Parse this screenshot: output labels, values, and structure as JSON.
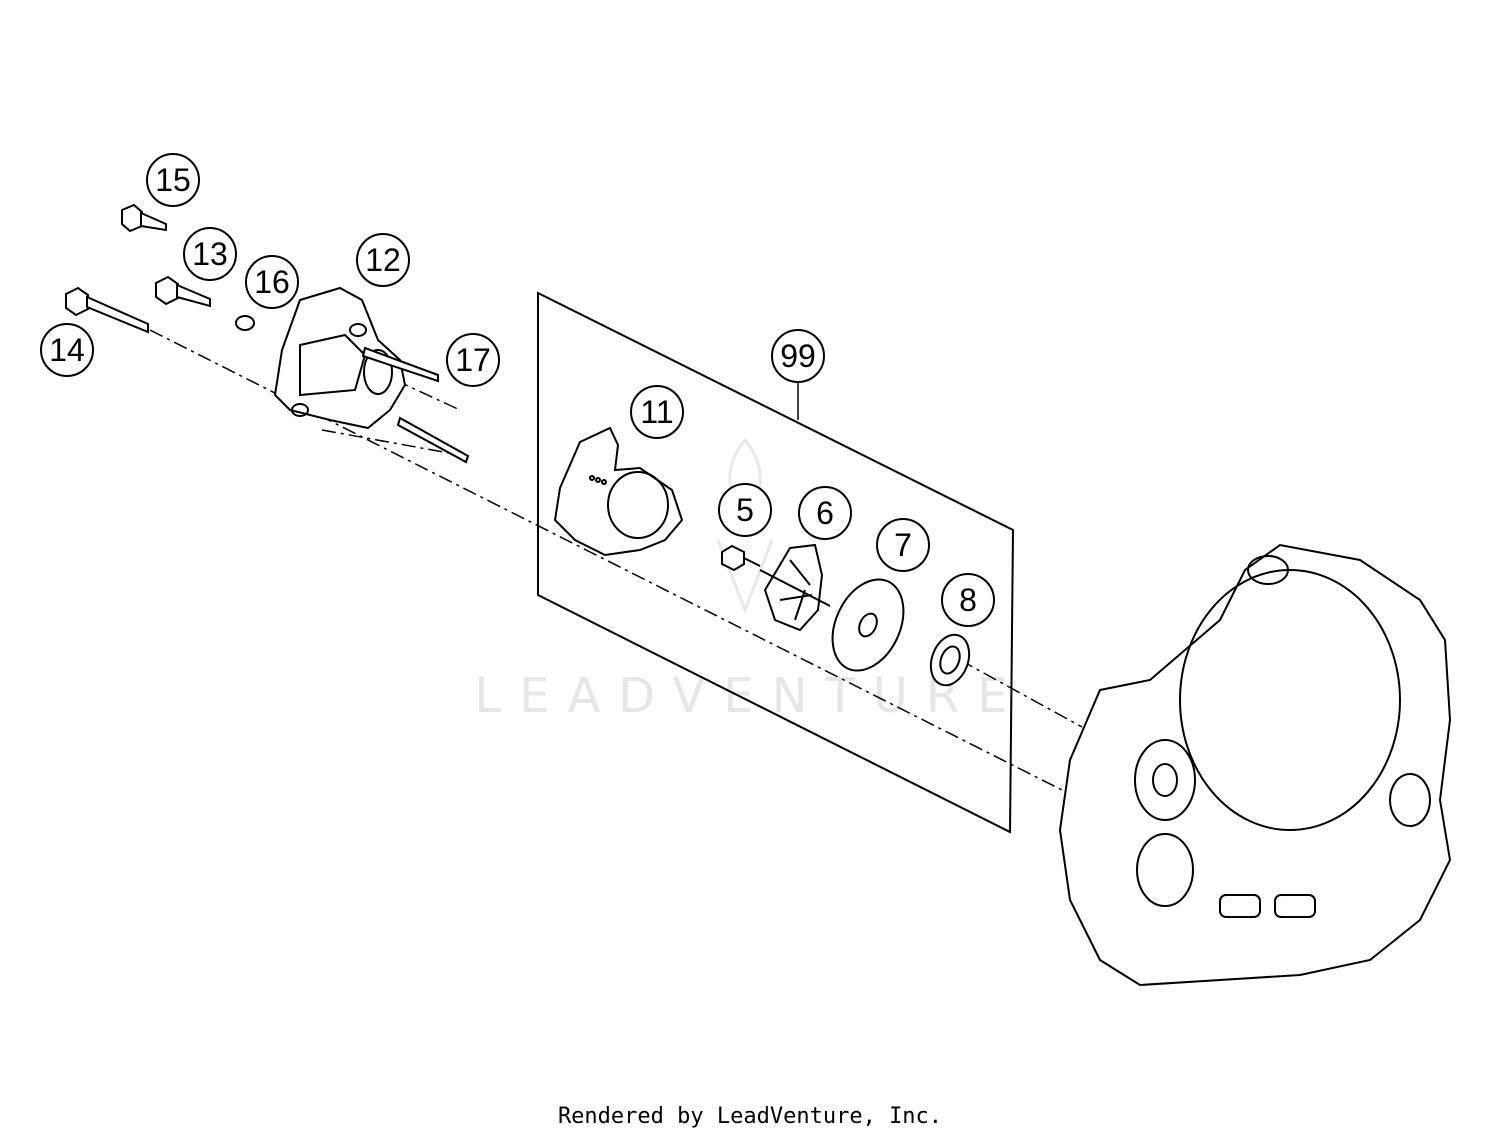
{
  "callouts": [
    "15",
    "13",
    "16",
    "12",
    "14",
    "17",
    "99",
    "11",
    "5",
    "6",
    "7",
    "8"
  ],
  "watermark": "LEADVENTURE",
  "footer": "Rendered by LeadVenture, Inc.",
  "colors": {
    "line": "#000000",
    "watermark": "#e6e6e6",
    "background": "#ffffff"
  }
}
